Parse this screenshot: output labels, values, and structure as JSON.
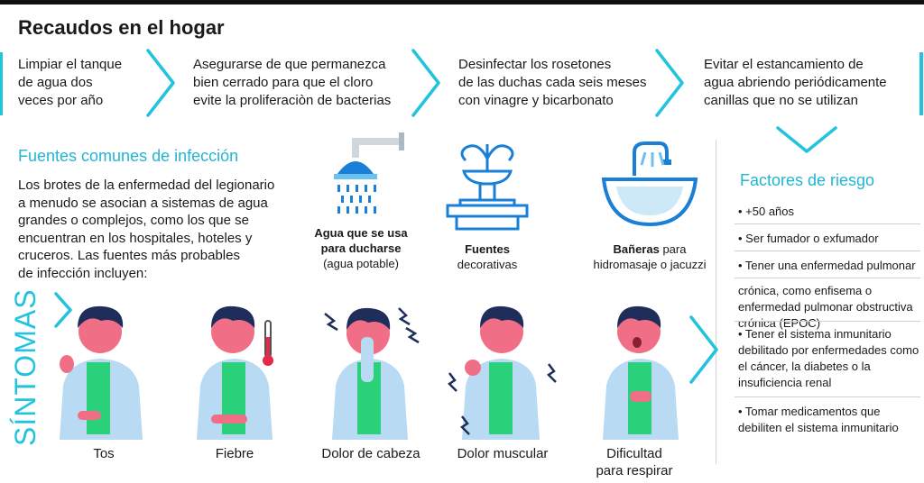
{
  "header": {
    "title": "Recaudos en el hogar"
  },
  "steps": [
    {
      "text_lines": [
        "Limpiar el tanque",
        "de agua dos",
        "veces por año"
      ]
    },
    {
      "text_lines": [
        "Asegurarse de que permanezca",
        "bien cerrado para que el cloro",
        "evite la proliferaciòn de bacterias"
      ]
    },
    {
      "text_lines": [
        "Desinfectar los rosetones",
        "de las duchas cada seis meses",
        "con vinagre y bicarbonato"
      ]
    },
    {
      "text_lines": [
        "Evitar el estancamiento de",
        "agua abriendo periódicamente",
        "canillas que no se utilizan"
      ]
    }
  ],
  "sources": {
    "heading": "Fuentes comunes de infección",
    "body_lines": [
      "Los brotes de la enfermedad del legionario",
      "a menudo se asocian a sistemas de agua",
      "grandes o complejos, como los que se",
      "encuentran en los hospitales, hoteles y",
      "cruceros. Las fuentes más probables",
      "de infección incluyen:"
    ],
    "items": [
      {
        "icon": "shower-icon",
        "bold_lines": [
          "Agua que se usa",
          "para ducharse"
        ],
        "normal_lines": [
          "(agua potable)"
        ]
      },
      {
        "icon": "fountain-icon",
        "bold_lines": [
          "Fuentes"
        ],
        "normal_lines": [
          "decorativas"
        ]
      },
      {
        "icon": "bathtub-icon",
        "bold_inline": "Bañeras",
        "inline_rest": " para",
        "normal_lines": [
          "hidromasaje o jacuzzi"
        ]
      }
    ]
  },
  "risk": {
    "heading": "Factores de riesgo",
    "items": [
      "• +50 años",
      "• Ser fumador o exfumador",
      "• Tener una enfermedad pulmonar",
      "crónica, como enfisema o enfermedad pulmonar obstructiva crónica (EPOC)",
      "• Tener el sistema inmunitario debilitado por enfermedades como el cáncer, la diabetes o la insuficiencia renal",
      "• Tomar medicamentos que debiliten el sistema inmunitario"
    ]
  },
  "symptoms": {
    "heading": "SÍNTOMAS",
    "items": [
      {
        "label_lines": [
          "Tos"
        ],
        "pose": "coughing"
      },
      {
        "label_lines": [
          "Fiebre"
        ],
        "pose": "fever"
      },
      {
        "label_lines": [
          "Dolor de cabeza"
        ],
        "pose": "headache"
      },
      {
        "label_lines": [
          "Dolor muscular"
        ],
        "pose": "muscle-pain"
      },
      {
        "label_lines": [
          "Dificultad",
          "para respirar"
        ],
        "pose": "breathing"
      }
    ]
  },
  "colors": {
    "accent": "#22c3dc",
    "heading": "#22b5d3",
    "skin": "#f06f86",
    "hair": "#1f2d5a",
    "scarf": "#2ad17a",
    "shirt": "#b8daf2",
    "icon_blue": "#1a7fd6"
  }
}
